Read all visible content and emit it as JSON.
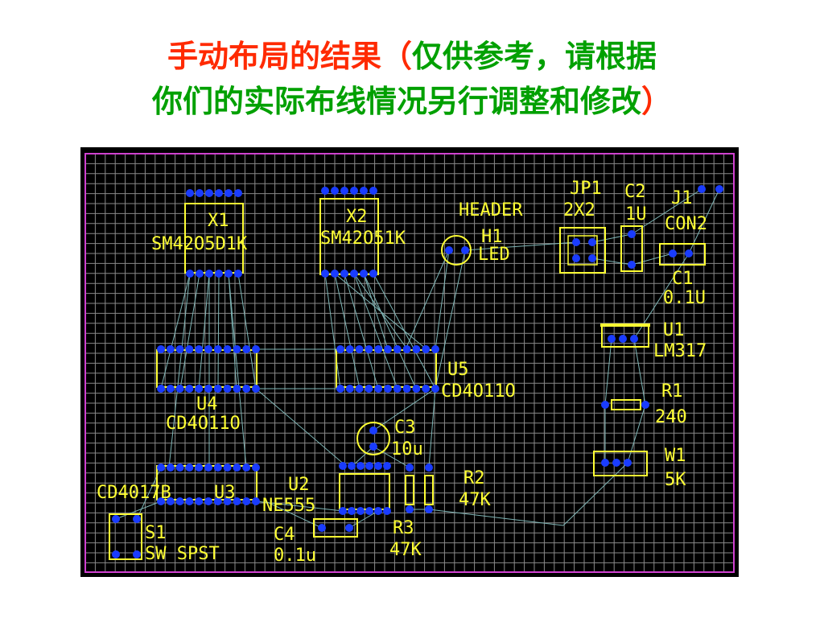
{
  "title": {
    "line1_red": "手动布局的结果",
    "paren_open": "（",
    "line1_green": "仅供参考，请根据",
    "line2_green": "你们的实际布线情况另行调整和修改",
    "paren_close": "）"
  },
  "colors": {
    "board_bg": "#000000",
    "grid": "#8a8a8a",
    "border": "#d040d0",
    "silkscreen": "#ffff33",
    "pad": "#1a3cff",
    "ratsnest": "#7fb6b6",
    "title_red": "#ff2a00",
    "title_green": "#00a000"
  },
  "components": [
    {
      "id": "x1",
      "ref": "X1",
      "value": "SM42O5D1K"
    },
    {
      "id": "x2",
      "ref": "X2",
      "value": "SM42O51K"
    },
    {
      "id": "h1",
      "ref": "H1",
      "value": "LED"
    },
    {
      "id": "jp1",
      "ref": "JP1",
      "value": "2X2",
      "extra": "HEADER"
    },
    {
      "id": "c2",
      "ref": "C2",
      "value": "1U"
    },
    {
      "id": "j1",
      "ref": "J1",
      "value": "CON2"
    },
    {
      "id": "c1",
      "ref": "C1",
      "value": "0.1U"
    },
    {
      "id": "u1",
      "ref": "U1",
      "value": "LM317"
    },
    {
      "id": "u5",
      "ref": "U5",
      "value": "CD4O11O"
    },
    {
      "id": "u4",
      "ref": "U4",
      "value": "CD4O11O"
    },
    {
      "id": "r1",
      "ref": "R1",
      "value": "240"
    },
    {
      "id": "c3",
      "ref": "C3",
      "value": "10u"
    },
    {
      "id": "w1",
      "ref": "W1",
      "value": "5K"
    },
    {
      "id": "u3",
      "ref": "U3",
      "value": "CD4017B"
    },
    {
      "id": "u2",
      "ref": "U2",
      "value": "NE555"
    },
    {
      "id": "r2",
      "ref": "R2",
      "value": "47K"
    },
    {
      "id": "s1",
      "ref": "S1",
      "value": "SW SPST"
    },
    {
      "id": "c4",
      "ref": "C4",
      "value": "0.1u"
    },
    {
      "id": "r3",
      "ref": "R3",
      "value": "47K"
    }
  ]
}
